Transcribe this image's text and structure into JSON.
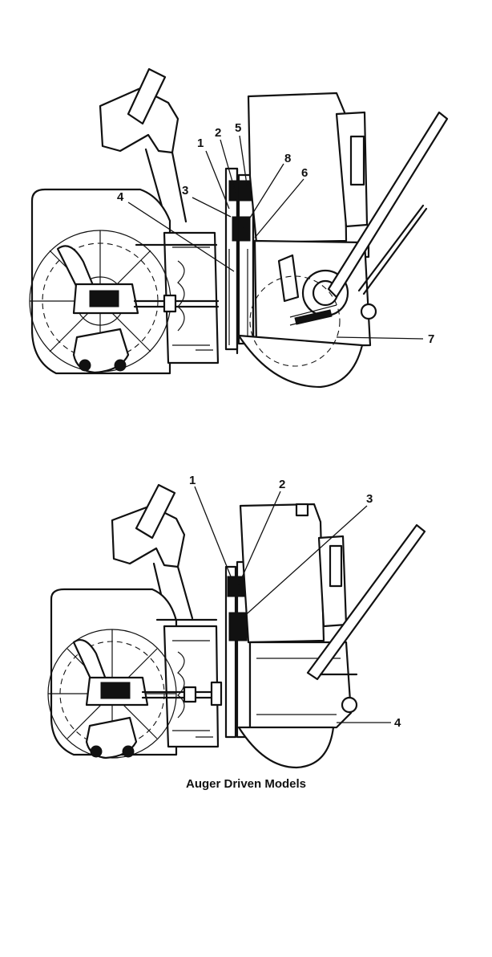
{
  "top_figure": {
    "callouts": [
      "1",
      "2",
      "5",
      "8",
      "3",
      "6",
      "4",
      "7"
    ]
  },
  "bottom_figure": {
    "callouts": [
      "1",
      "2",
      "3",
      "4"
    ]
  },
  "caption": "Auger Driven Models"
}
